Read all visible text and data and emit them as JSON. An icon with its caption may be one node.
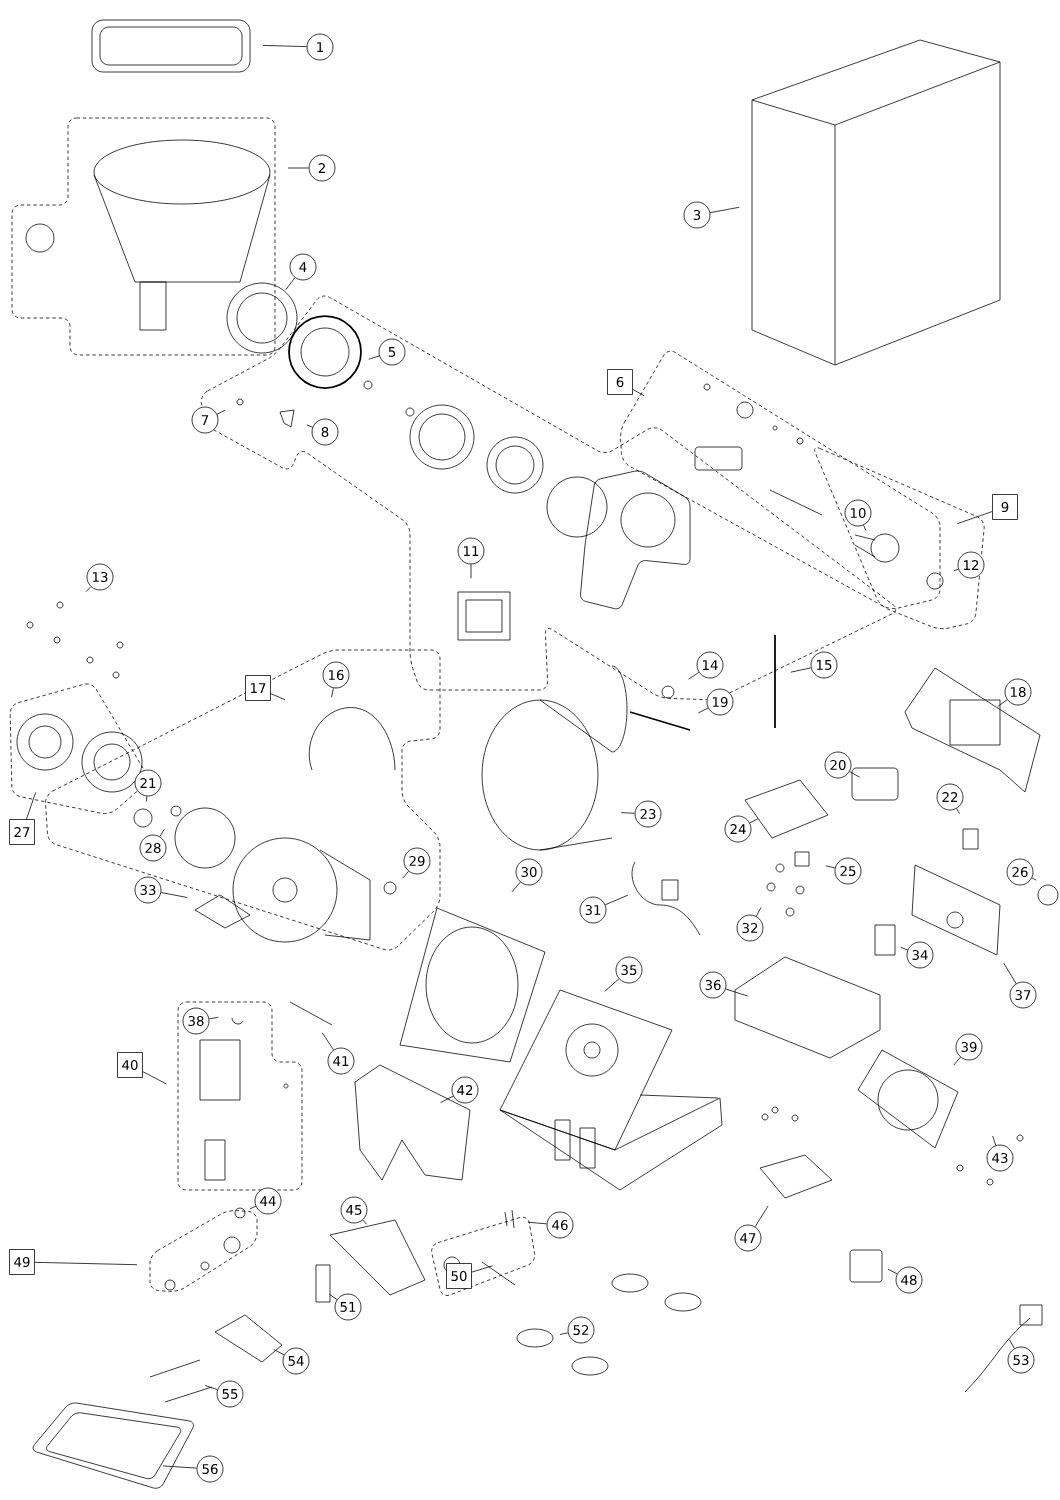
{
  "diagram": {
    "nodes": [
      {
        "text": [
          "1"
        ]
      },
      {
        "text": [
          "2"
        ]
      },
      {
        "text": [
          "3"
        ]
      },
      {
        "text": [
          "4"
        ]
      },
      {
        "text": [
          "5"
        ]
      },
      {
        "text": [
          "6"
        ]
      },
      {
        "text": [
          "7"
        ]
      },
      {
        "text": [
          "8"
        ]
      },
      {
        "text": [
          "9"
        ]
      },
      {
        "text": [
          "10"
        ]
      },
      {
        "text": [
          "11"
        ]
      },
      {
        "text": [
          "12"
        ]
      },
      {
        "text": [
          "13"
        ]
      },
      {
        "text": [
          "14"
        ]
      },
      {
        "text": [
          "15"
        ]
      },
      {
        "text": [
          "16"
        ]
      },
      {
        "text": [
          "17"
        ]
      },
      {
        "text": [
          "18"
        ]
      },
      {
        "text": [
          "19"
        ]
      },
      {
        "text": [
          "20"
        ]
      },
      {
        "text": [
          "21"
        ]
      },
      {
        "text": [
          "22"
        ]
      },
      {
        "text": [
          "23"
        ]
      },
      {
        "text": [
          "24"
        ]
      },
      {
        "text": [
          "25"
        ]
      },
      {
        "text": [
          "26"
        ]
      },
      {
        "text": [
          "27"
        ]
      },
      {
        "text": [
          "28"
        ]
      },
      {
        "text": [
          "29"
        ]
      },
      {
        "text": [
          "30"
        ]
      },
      {
        "text": [
          "31"
        ]
      },
      {
        "text": [
          "32"
        ]
      },
      {
        "text": [
          "33"
        ]
      },
      {
        "text": [
          "34"
        ]
      },
      {
        "text": [
          "35"
        ]
      },
      {
        "text": [
          "36"
        ]
      },
      {
        "text": [
          "37"
        ]
      },
      {
        "text": [
          "38"
        ]
      },
      {
        "text": [
          "39"
        ]
      },
      {
        "text": [
          "40"
        ]
      },
      {
        "text": [
          "41"
        ]
      },
      {
        "text": [
          "42"
        ]
      },
      {
        "text": [
          "43"
        ]
      },
      {
        "text": [
          "44"
        ]
      },
      {
        "text": [
          "45"
        ]
      },
      {
        "text": [
          "46"
        ]
      },
      {
        "text": [
          "47"
        ]
      },
      {
        "text": [
          "48"
        ]
      },
      {
        "text": [
          "49"
        ]
      },
      {
        "text": [
          "50"
        ]
      },
      {
        "text": [
          "51"
        ]
      },
      {
        "text": [
          "52"
        ]
      },
      {
        "text": [
          "53"
        ]
      },
      {
        "text": [
          "54"
        ]
      },
      {
        "text": [
          "55"
        ]
      },
      {
        "text": [
          "56"
        ]
      }
    ],
    "edges": [
      {
        "from": 0,
        "to": null,
        "arrow": "none"
      },
      {
        "from": 1,
        "to": null,
        "arrow": "none"
      },
      {
        "from": 2,
        "to": null,
        "arrow": "none"
      },
      {
        "from": 3,
        "to": null,
        "arrow": "none"
      },
      {
        "from": 4,
        "to": null,
        "arrow": "none"
      },
      {
        "from": 5,
        "to": null,
        "arrow": "none"
      },
      {
        "from": 6,
        "to": null,
        "arrow": "none"
      },
      {
        "from": 7,
        "to": null,
        "arrow": "none"
      },
      {
        "from": 8,
        "to": null,
        "arrow": "none"
      },
      {
        "from": 9,
        "to": null,
        "arrow": "none"
      },
      {
        "from": 10,
        "to": null,
        "arrow": "none"
      },
      {
        "from": 11,
        "to": null,
        "arrow": "none"
      },
      {
        "from": 12,
        "to": null,
        "arrow": "none"
      },
      {
        "from": 13,
        "to": null,
        "arrow": "none"
      },
      {
        "from": 14,
        "to": null,
        "arrow": "none"
      },
      {
        "from": 15,
        "to": null,
        "arrow": "none"
      },
      {
        "from": 16,
        "to": null,
        "arrow": "none"
      },
      {
        "from": 17,
        "to": null,
        "arrow": "none"
      },
      {
        "from": 18,
        "to": null,
        "arrow": "none"
      },
      {
        "from": 19,
        "to": null,
        "arrow": "none"
      },
      {
        "from": 20,
        "to": null,
        "arrow": "none"
      },
      {
        "from": 21,
        "to": null,
        "arrow": "none"
      },
      {
        "from": 22,
        "to": null,
        "arrow": "none"
      },
      {
        "from": 23,
        "to": null,
        "arrow": "none"
      },
      {
        "from": 24,
        "to": null,
        "arrow": "none"
      },
      {
        "from": 25,
        "to": null,
        "arrow": "none"
      },
      {
        "from": 26,
        "to": null,
        "arrow": "none"
      },
      {
        "from": 27,
        "to": null,
        "arrow": "none"
      },
      {
        "from": 28,
        "to": null,
        "arrow": "none"
      },
      {
        "from": 29,
        "to": null,
        "arrow": "none"
      },
      {
        "from": 30,
        "to": null,
        "arrow": "none"
      },
      {
        "from": 31,
        "to": null,
        "arrow": "none"
      },
      {
        "from": 32,
        "to": null,
        "arrow": "none"
      },
      {
        "from": 33,
        "to": null,
        "arrow": "none"
      },
      {
        "from": 34,
        "to": null,
        "arrow": "none"
      },
      {
        "from": 35,
        "to": null,
        "arrow": "none"
      },
      {
        "from": 36,
        "to": null,
        "arrow": "none"
      },
      {
        "from": 37,
        "to": null,
        "arrow": "none"
      },
      {
        "from": 38,
        "to": null,
        "arrow": "none"
      },
      {
        "from": 39,
        "to": null,
        "arrow": "none"
      },
      {
        "from": 40,
        "to": null,
        "arrow": "none"
      },
      {
        "from": 41,
        "to": null,
        "arrow": "none"
      },
      {
        "from": 42,
        "to": null,
        "arrow": "none"
      },
      {
        "from": 43,
        "to": null,
        "arrow": "none"
      },
      {
        "from": 44,
        "to": null,
        "arrow": "none"
      },
      {
        "from": 45,
        "to": null,
        "arrow": "none"
      },
      {
        "from": 46,
        "to": null,
        "arrow": "none"
      },
      {
        "from": 47,
        "to": null,
        "arrow": "none"
      },
      {
        "from": 48,
        "to": null,
        "arrow": "none"
      },
      {
        "from": 49,
        "to": null,
        "arrow": "none"
      },
      {
        "from": 50,
        "to": null,
        "arrow": "none"
      },
      {
        "from": 51,
        "to": null,
        "arrow": "none"
      },
      {
        "from": 52,
        "to": null,
        "arrow": "none"
      },
      {
        "from": 53,
        "to": null,
        "arrow": "none"
      },
      {
        "from": 54,
        "to": null,
        "arrow": "none"
      },
      {
        "from": 55,
        "to": null,
        "arrow": "none"
      }
    ]
  }
}
